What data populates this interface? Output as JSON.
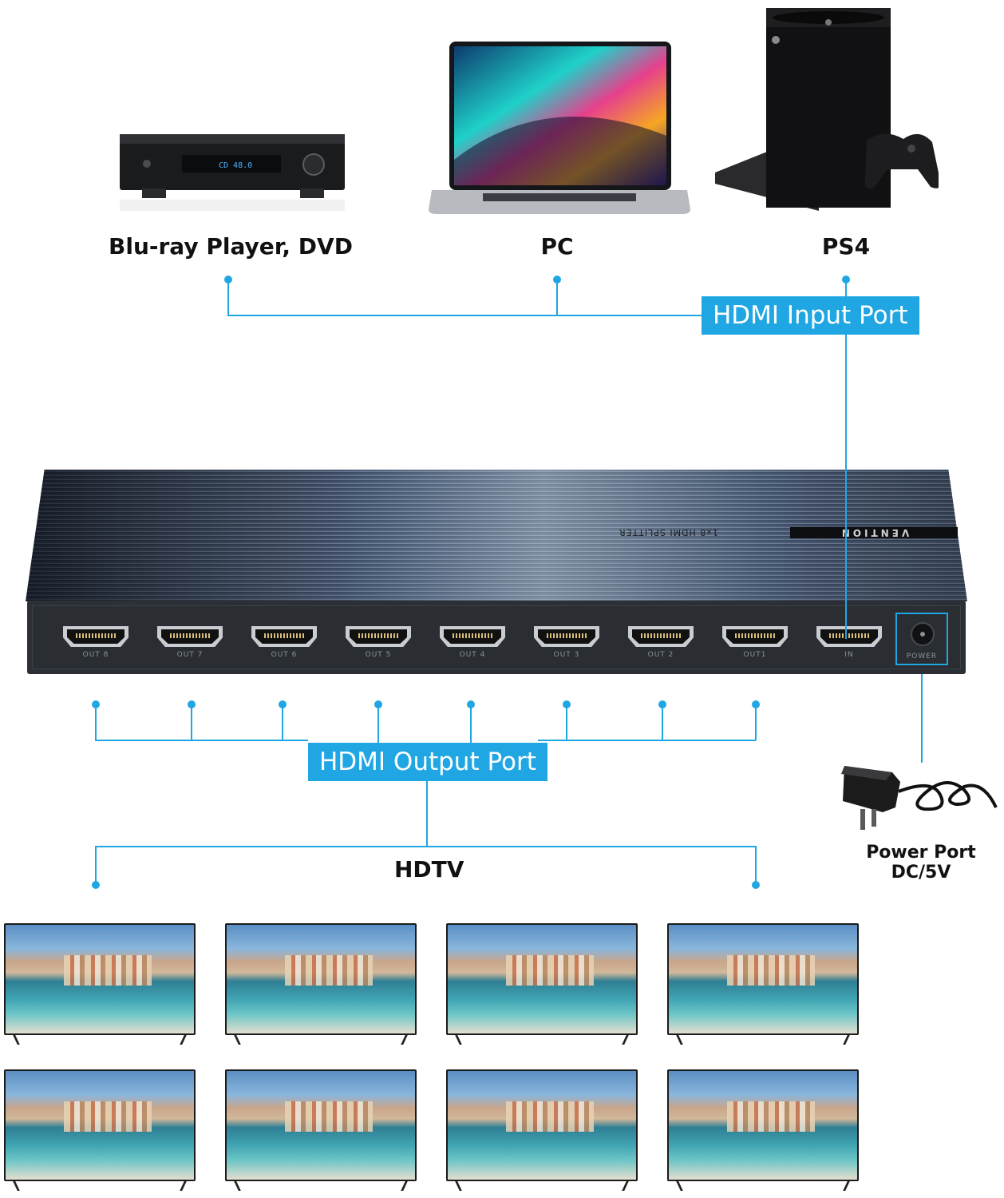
{
  "sources": [
    {
      "label": "Blu-ray Player, DVD",
      "icon": "blu-ray-player-icon"
    },
    {
      "label": "PC",
      "icon": "laptop-icon"
    },
    {
      "label": "PS4",
      "icon": "game-console-icon"
    }
  ],
  "input_callout": "HDMI Input Port",
  "splitter": {
    "brand": "VENTION",
    "model": "1x8 HDMI SPLITTER",
    "ports": [
      "OUT 8",
      "OUT 7",
      "OUT 6",
      "OUT 5",
      "OUT 4",
      "OUT 3",
      "OUT 2",
      "OUT1",
      "IN"
    ],
    "power_port": "POWER"
  },
  "output_callout": "HDMI Output Port",
  "hdtv_label": "HDTV",
  "power": {
    "line1": "Power Port",
    "line2": "DC/5V"
  },
  "colors": {
    "accent": "#1fa6e3"
  }
}
